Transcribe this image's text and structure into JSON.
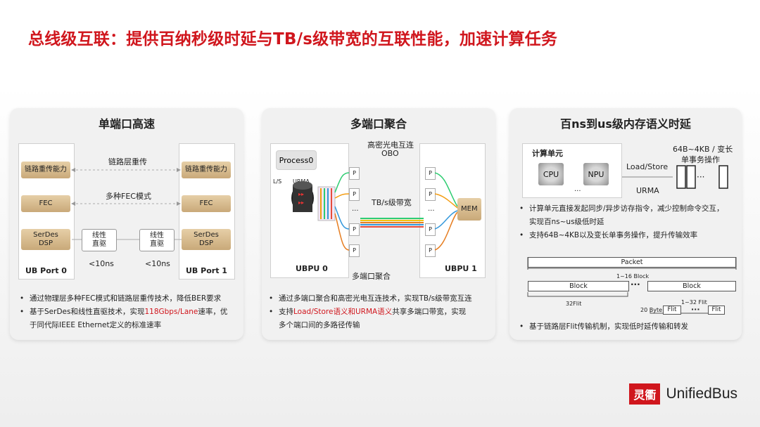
{
  "title": "总线级互联：提供百纳秒级时延与TB/s级带宽的互联性能，加速计算任务",
  "panel1": {
    "title": "单端口高速",
    "left_retx": "链路重传能力",
    "right_retx": "链路重传能力",
    "retx_label": "链路层重传",
    "fec_label": "多种FEC模式",
    "left_fec": "FEC",
    "right_fec": "FEC",
    "left_serdes": "SerDes\nDSP",
    "right_serdes": "SerDes\nDSP",
    "redriver1": "线性\n直驱",
    "redriver2": "线性\n直驱",
    "lat1": "<10ns",
    "lat2": "<10ns",
    "port0": "UB Port 0",
    "port1": "UB Port 1",
    "bullet1": "通过物理层多种FEC模式和链路层重传技术，降低BER要求",
    "bullet2_pre": "基于SerDes和线性直驱技术，实现",
    "bullet2_red": "118Gbps/Lane",
    "bullet2_post": "速率，优",
    "bullet2_line2": "于同代际IEEE Ethernet定义的标准速率"
  },
  "panel2": {
    "title": "多端口聚合",
    "obo_line1": "高密光电互连",
    "obo_line2": "OBO",
    "process": "Process0",
    "ls": "L/S",
    "urma": "URMA",
    "bw": "TB/s级带宽",
    "p": "P",
    "dots": "...",
    "mem": "MEM",
    "ubpu0": "UBPU 0",
    "ubpu1": "UBPU 1",
    "agg": "多端口聚合",
    "bullet1": "通过多端口聚合和高密光电互连技术，实现TB/s级带宽互连",
    "bullet2_pre": "支持",
    "bullet2_red": "Load/Store语义和URMA语义",
    "bullet2_post": "共享多端口带宽，实现",
    "bullet2_line2": "多个端口间的多路径传输"
  },
  "panel3": {
    "title": "百ns到us级内存语义时延",
    "compute": "计算单元",
    "cpu": "CPU",
    "npu": "NPU",
    "dots": "...",
    "loadstore": "Load/Store",
    "urma": "URMA",
    "ops_line1": "64B~4KB / 变长",
    "ops_line2": "单事务操作",
    "bullet1_line1": "计算单元直接发起同步/异步访存指令，减少控制命令交互，",
    "bullet1_line2": "实现百ns~us级低时延",
    "bullet2": "支持64B~4KB以及变长单事务操作，提升传输效率",
    "packet": "Packet",
    "block_range": "1~16 Block",
    "block1": "Block",
    "block2": "Block",
    "flit32": "32Flit",
    "flit_range": "1~32 Flit",
    "byte20": "20 Byte",
    "flit1": "Flit",
    "flit2": "Flit",
    "bullet3": "基于链路层Flit传输机制，实现低时延传输和转发"
  },
  "brand": {
    "logo": "灵衢",
    "name": "UnifiedBus"
  }
}
